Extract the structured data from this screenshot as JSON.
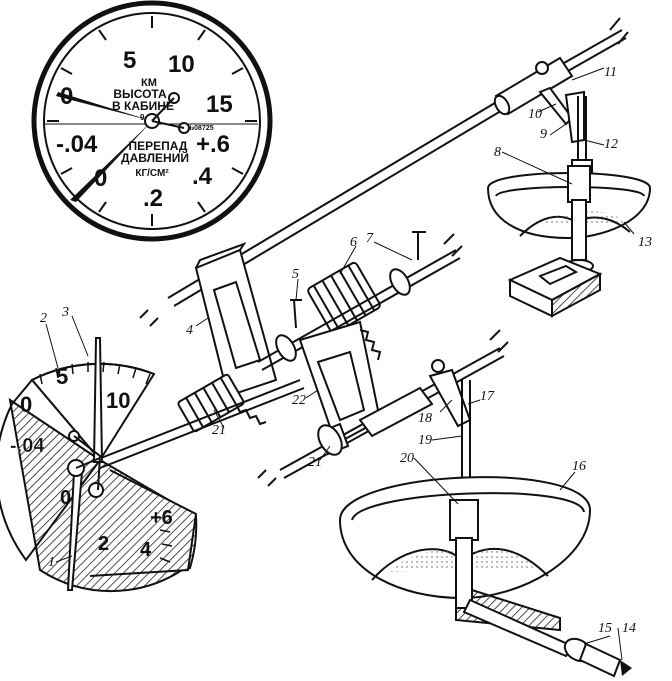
{
  "main_gauge": {
    "scale_outer": [
      "5",
      "10",
      "15",
      "0"
    ],
    "scale_inner": [
      "-.04",
      "+.6",
      "0",
      ".2",
      ".4"
    ],
    "unit_top": "КМ",
    "label_top_1": "ВЫСОТА",
    "label_top_2": "В КАБИНЕ",
    "label_top_3": "9-15",
    "serial": "№08725",
    "label_bottom_1": "ПЕРЕПАД",
    "label_bottom_2": "ДАВЛЕНИЙ",
    "unit_bottom": "КГ/СМ²"
  },
  "detail_dial": {
    "scale_upper": [
      "0",
      "5",
      "10"
    ],
    "scale_lower": [
      "-.04",
      "0",
      "2",
      "4",
      "+6"
    ]
  },
  "callouts": [
    "1",
    "2",
    "3",
    "4",
    "5",
    "6",
    "7",
    "8",
    "9",
    "10",
    "11",
    "12",
    "13",
    "14",
    "15",
    "16",
    "17",
    "18",
    "19",
    "20",
    "21",
    "21",
    "22"
  ]
}
